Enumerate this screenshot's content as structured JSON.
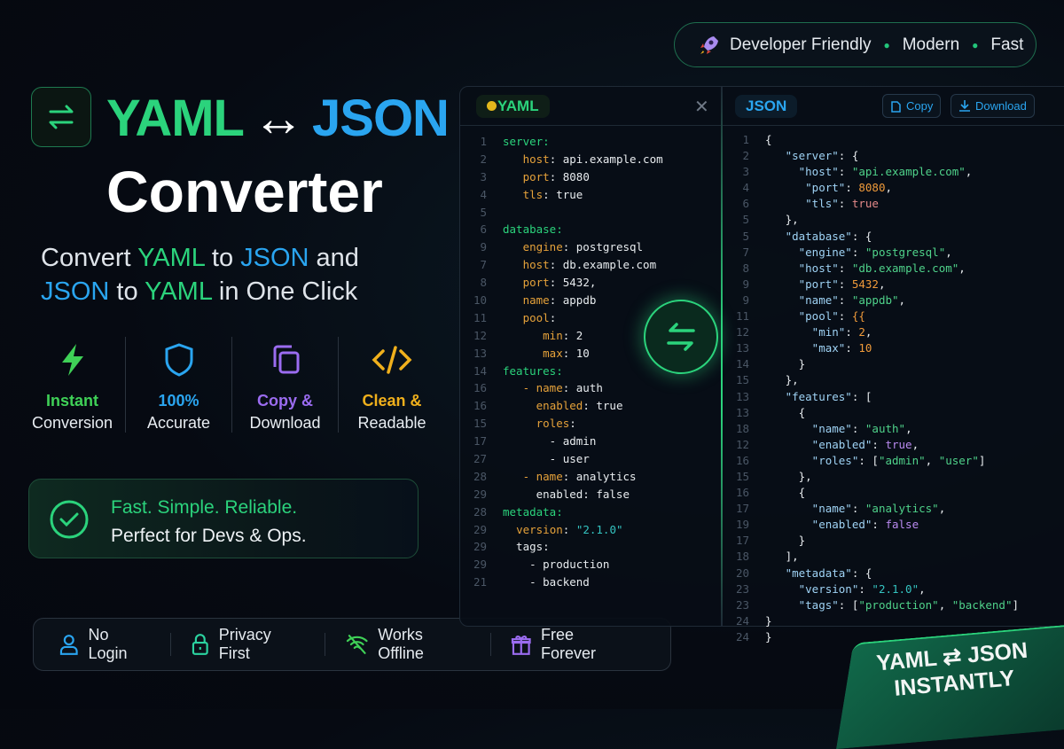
{
  "badge": {
    "icon": "rocket-icon",
    "items": [
      "Developer Friendly",
      "Modern",
      "Fast"
    ]
  },
  "hero": {
    "yaml": "YAML",
    "arrow": "↔",
    "json": "JSON",
    "converter": "Converter",
    "subtitle": {
      "p1": "Convert ",
      "p2": "YAML",
      "p3": " to ",
      "p4": "JSON",
      "p5": " and",
      "p6": "JSON",
      "p7": " to ",
      "p8": "YAML",
      "p9": " in One Click"
    }
  },
  "features": [
    {
      "icon": "lightning-icon",
      "title": "Instant",
      "sub": "Conversion",
      "color": "#3fd157"
    },
    {
      "icon": "shield-icon",
      "title": "100%",
      "sub": "Accurate",
      "color": "#2aa5f0"
    },
    {
      "icon": "copy-icon",
      "title": "Copy &",
      "sub": "Download",
      "color": "#9b6cf0"
    },
    {
      "icon": "code-icon",
      "title": "Clean &",
      "sub": "Readable",
      "color": "#f0b01c"
    }
  ],
  "card": {
    "title": "Fast. Simple. Reliable.",
    "sub": "Perfect for Devs & Ops."
  },
  "bottom_bar": [
    {
      "icon": "user-icon",
      "label": "No Login",
      "color": "#2aa5f0"
    },
    {
      "icon": "lock-icon",
      "label": "Privacy First",
      "color": "#2bd3a0"
    },
    {
      "icon": "wifi-off-icon",
      "label": "Works Offline",
      "color": "#3fd157"
    },
    {
      "icon": "gift-icon",
      "label": "Free Forever",
      "color": "#9b6cf0"
    }
  ],
  "editor": {
    "yaml_tab": "YAML",
    "json_tab": "JSON",
    "close": "✕",
    "copy": "Copy",
    "download": "Download",
    "yaml_lines": [
      {
        "n": "1",
        "t": [
          [
            "k",
            "server:"
          ]
        ]
      },
      {
        "n": "2",
        "t": [
          [
            "w",
            "   "
          ],
          [
            "o",
            "host"
          ],
          [
            "w",
            ": api.example.com"
          ]
        ]
      },
      {
        "n": "3",
        "t": [
          [
            "w",
            "   "
          ],
          [
            "o",
            "port"
          ],
          [
            "w",
            ": 8080"
          ]
        ]
      },
      {
        "n": "4",
        "t": [
          [
            "w",
            "   "
          ],
          [
            "o",
            "tls"
          ],
          [
            "w",
            ": true"
          ]
        ]
      },
      {
        "n": "5",
        "t": []
      },
      {
        "n": "6",
        "t": [
          [
            "k",
            "database:"
          ]
        ]
      },
      {
        "n": "9",
        "t": [
          [
            "w",
            "   "
          ],
          [
            "o",
            "engine"
          ],
          [
            "w",
            ": postgresql"
          ]
        ]
      },
      {
        "n": "7",
        "t": [
          [
            "w",
            "   "
          ],
          [
            "o",
            "host"
          ],
          [
            "w",
            ": db.example.com"
          ]
        ]
      },
      {
        "n": "8",
        "t": [
          [
            "w",
            "   "
          ],
          [
            "o",
            "port"
          ],
          [
            "w",
            ": 5432,"
          ]
        ]
      },
      {
        "n": "10",
        "t": [
          [
            "w",
            "   "
          ],
          [
            "o",
            "name"
          ],
          [
            "w",
            ": appdb"
          ]
        ]
      },
      {
        "n": "11",
        "t": [
          [
            "w",
            "   "
          ],
          [
            "o",
            "pool"
          ],
          [
            "w",
            ":"
          ]
        ]
      },
      {
        "n": "12",
        "t": [
          [
            "w",
            "      "
          ],
          [
            "o",
            "min"
          ],
          [
            "w",
            ": 2"
          ]
        ]
      },
      {
        "n": "13",
        "t": [
          [
            "w",
            "      "
          ],
          [
            "o",
            "max"
          ],
          [
            "w",
            ": 10"
          ]
        ]
      },
      {
        "n": "14",
        "t": [
          [
            "k",
            "features:"
          ]
        ]
      },
      {
        "n": "16",
        "t": [
          [
            "o",
            "   - name"
          ],
          [
            "w",
            ": auth"
          ]
        ]
      },
      {
        "n": "16",
        "t": [
          [
            "w",
            "     "
          ],
          [
            "o",
            "enabled"
          ],
          [
            "w",
            ": true"
          ]
        ]
      },
      {
        "n": "15",
        "t": [
          [
            "w",
            "     "
          ],
          [
            "o",
            "roles"
          ],
          [
            "w",
            ":"
          ]
        ]
      },
      {
        "n": "17",
        "t": [
          [
            "w",
            "       - admin"
          ]
        ]
      },
      {
        "n": "27",
        "t": [
          [
            "w",
            "       - user"
          ]
        ]
      },
      {
        "n": "28",
        "t": [
          [
            "o",
            "   - name"
          ],
          [
            "w",
            ": analytics"
          ]
        ]
      },
      {
        "n": "29",
        "t": [
          [
            "w",
            "     enabled: false"
          ]
        ]
      },
      {
        "n": "28",
        "t": [
          [
            "k",
            "metadata:"
          ]
        ]
      },
      {
        "n": "29",
        "t": [
          [
            "w",
            "  "
          ],
          [
            "o",
            "version"
          ],
          [
            "w",
            ": "
          ],
          [
            "c",
            "\"2.1.0\""
          ]
        ]
      },
      {
        "n": "29",
        "t": [
          [
            "w",
            "  tags:"
          ]
        ]
      },
      {
        "n": "29",
        "t": [
          [
            "w",
            "    - production"
          ]
        ]
      },
      {
        "n": "21",
        "t": [
          [
            "w",
            "    - backend"
          ]
        ]
      }
    ],
    "json_lines": [
      {
        "n": "1",
        "t": [
          [
            "w",
            "{"
          ]
        ]
      },
      {
        "n": "2",
        "t": [
          [
            "jk",
            "   \"server\""
          ],
          [
            "w",
            ": {"
          ]
        ]
      },
      {
        "n": "3",
        "t": [
          [
            "jk",
            "     \"host\""
          ],
          [
            "w",
            ": "
          ],
          [
            "s",
            "\"api.example.com\""
          ],
          [
            "w",
            ","
          ]
        ]
      },
      {
        "n": "4",
        "t": [
          [
            "jk",
            "      \"port\""
          ],
          [
            "w",
            ": "
          ],
          [
            "n",
            "8080"
          ],
          [
            "w",
            ","
          ]
        ]
      },
      {
        "n": "6",
        "t": [
          [
            "jk",
            "      \"tls\""
          ],
          [
            "w",
            ": "
          ],
          [
            "r",
            "true"
          ]
        ]
      },
      {
        "n": "5",
        "t": [
          [
            "w",
            "   },"
          ]
        ]
      },
      {
        "n": "5",
        "t": [
          [
            "jk",
            "   \"database\""
          ],
          [
            "w",
            ": {"
          ]
        ]
      },
      {
        "n": "7",
        "t": [
          [
            "jk",
            "     \"engine\""
          ],
          [
            "w",
            ": "
          ],
          [
            "s",
            "\"postgresql\""
          ],
          [
            "w",
            ","
          ]
        ]
      },
      {
        "n": "8",
        "t": [
          [
            "jk",
            "     \"host\""
          ],
          [
            "w",
            ": "
          ],
          [
            "s",
            "\"db.example.com\""
          ],
          [
            "w",
            ","
          ]
        ]
      },
      {
        "n": "9",
        "t": [
          [
            "jk",
            "     \"port\""
          ],
          [
            "w",
            ": "
          ],
          [
            "n",
            "5432"
          ],
          [
            "w",
            ","
          ]
        ]
      },
      {
        "n": "9",
        "t": [
          [
            "jk",
            "     \"name\""
          ],
          [
            "w",
            ": "
          ],
          [
            "s",
            "\"appdb\""
          ],
          [
            "w",
            ","
          ]
        ]
      },
      {
        "n": "11",
        "t": [
          [
            "jk",
            "     \"pool\""
          ],
          [
            "w",
            ": "
          ],
          [
            "n",
            "{{"
          ]
        ]
      },
      {
        "n": "12",
        "t": [
          [
            "jk",
            "       \"min\""
          ],
          [
            "w",
            ": "
          ],
          [
            "n",
            "2"
          ],
          [
            "w",
            ","
          ]
        ]
      },
      {
        "n": "13",
        "t": [
          [
            "jk",
            "       \"max\""
          ],
          [
            "w",
            ": "
          ],
          [
            "n",
            "10"
          ]
        ]
      },
      {
        "n": "14",
        "t": [
          [
            "w",
            "     }"
          ]
        ]
      },
      {
        "n": "15",
        "t": [
          [
            "w",
            "   },"
          ]
        ]
      },
      {
        "n": "13",
        "t": [
          [
            "jk",
            "   \"features\""
          ],
          [
            "w",
            ": ["
          ]
        ]
      },
      {
        "n": "13",
        "t": [
          [
            "w",
            "     {"
          ]
        ]
      },
      {
        "n": "18",
        "t": [
          [
            "jk",
            "       \"name\""
          ],
          [
            "w",
            ": "
          ],
          [
            "s",
            "\"auth\""
          ],
          [
            "w",
            ","
          ]
        ]
      },
      {
        "n": "12",
        "t": [
          [
            "jk",
            "       \"enabled\""
          ],
          [
            "w",
            ": "
          ],
          [
            "p",
            "true"
          ],
          [
            "w",
            ","
          ]
        ]
      },
      {
        "n": "16",
        "t": [
          [
            "jk",
            "       \"roles\""
          ],
          [
            "w",
            ": ["
          ],
          [
            "s",
            "\"admin\""
          ],
          [
            "w",
            ", "
          ],
          [
            "s",
            "\"user\""
          ],
          [
            "w",
            "]"
          ]
        ]
      },
      {
        "n": "15",
        "t": [
          [
            "w",
            "     },"
          ]
        ]
      },
      {
        "n": "16",
        "t": [
          [
            "w",
            "     {"
          ]
        ]
      },
      {
        "n": "17",
        "t": [
          [
            "jk",
            "       \"name\""
          ],
          [
            "w",
            ": "
          ],
          [
            "s",
            "\"analytics\""
          ],
          [
            "w",
            ","
          ]
        ]
      },
      {
        "n": "19",
        "t": [
          [
            "jk",
            "       \"enabled\""
          ],
          [
            "w",
            ": "
          ],
          [
            "p",
            "false"
          ]
        ]
      },
      {
        "n": "17",
        "t": [
          [
            "w",
            "     }"
          ]
        ]
      },
      {
        "n": "18",
        "t": [
          [
            "w",
            "   ],"
          ]
        ]
      },
      {
        "n": "20",
        "t": [
          [
            "jk",
            "   \"metadata\""
          ],
          [
            "w",
            ": {"
          ]
        ]
      },
      {
        "n": "23",
        "t": [
          [
            "jk",
            "     \"version\""
          ],
          [
            "w",
            ": "
          ],
          [
            "c",
            "\"2.1.0\""
          ],
          [
            "w",
            ","
          ]
        ]
      },
      {
        "n": "23",
        "t": [
          [
            "jk",
            "     \"tags\""
          ],
          [
            "w",
            ": ["
          ],
          [
            "s",
            "\"production\""
          ],
          [
            "w",
            ", "
          ],
          [
            "s",
            "\"backend\""
          ],
          [
            "w",
            "]"
          ]
        ]
      },
      {
        "n": "24",
        "t": [
          [
            "w",
            "}"
          ]
        ]
      },
      {
        "n": "24",
        "t": [
          [
            "w",
            "}"
          ]
        ]
      }
    ]
  },
  "ribbon": {
    "line1": "YAML ⇄ JSON",
    "line2": "INSTANTLY"
  }
}
